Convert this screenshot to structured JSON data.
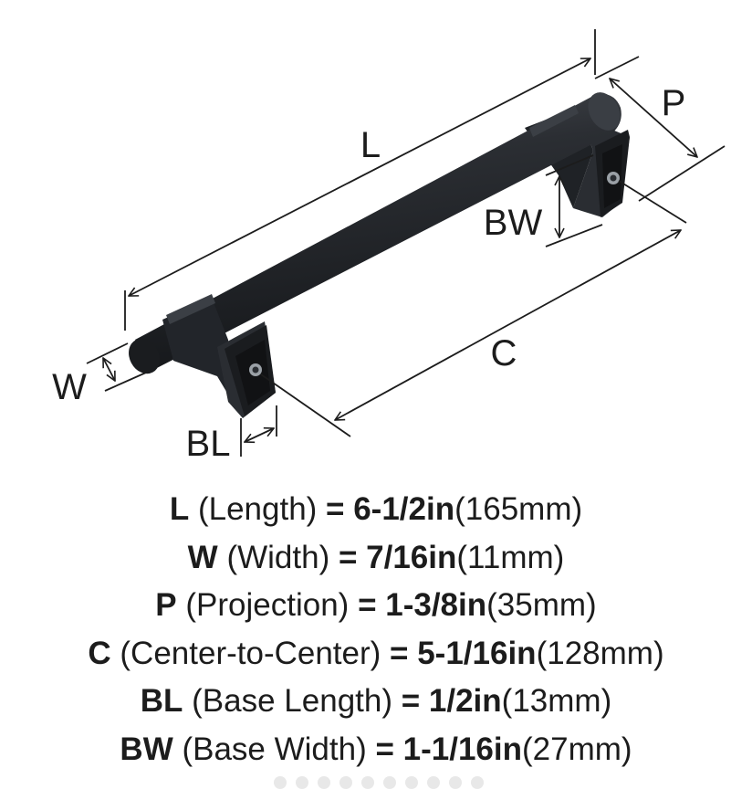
{
  "diagram": {
    "labels": {
      "length": "L",
      "projection": "P",
      "base_width": "BW",
      "width": "W",
      "base_length": "BL",
      "center_to_center": "C"
    },
    "colors": {
      "handle": "#25282c",
      "handle_highlight": "#4a4e54",
      "line": "#1c1c1c"
    }
  },
  "specs": [
    {
      "abbr": "L",
      "name": " (Length) ",
      "eq": "= ",
      "imperial": "6-1/2in",
      "metric": "(165mm)"
    },
    {
      "abbr": "W",
      "name": " (Width) ",
      "eq": "= ",
      "imperial": "7/16in",
      "metric": "(11mm)"
    },
    {
      "abbr": "P",
      "name": " (Projection) ",
      "eq": "= ",
      "imperial": "1-3/8in",
      "metric": "(35mm)"
    },
    {
      "abbr": "C",
      "name": " (Center-to-Center) ",
      "eq": "= ",
      "imperial": "5-1/16in",
      "metric": "(128mm)"
    },
    {
      "abbr": "BL",
      "name": " (Base Length) ",
      "eq": "= ",
      "imperial": "1/2in",
      "metric": "(13mm)"
    },
    {
      "abbr": "BW",
      "name": " (Base Width) ",
      "eq": "= ",
      "imperial": "1-1/16in",
      "metric": "(27mm)"
    }
  ]
}
